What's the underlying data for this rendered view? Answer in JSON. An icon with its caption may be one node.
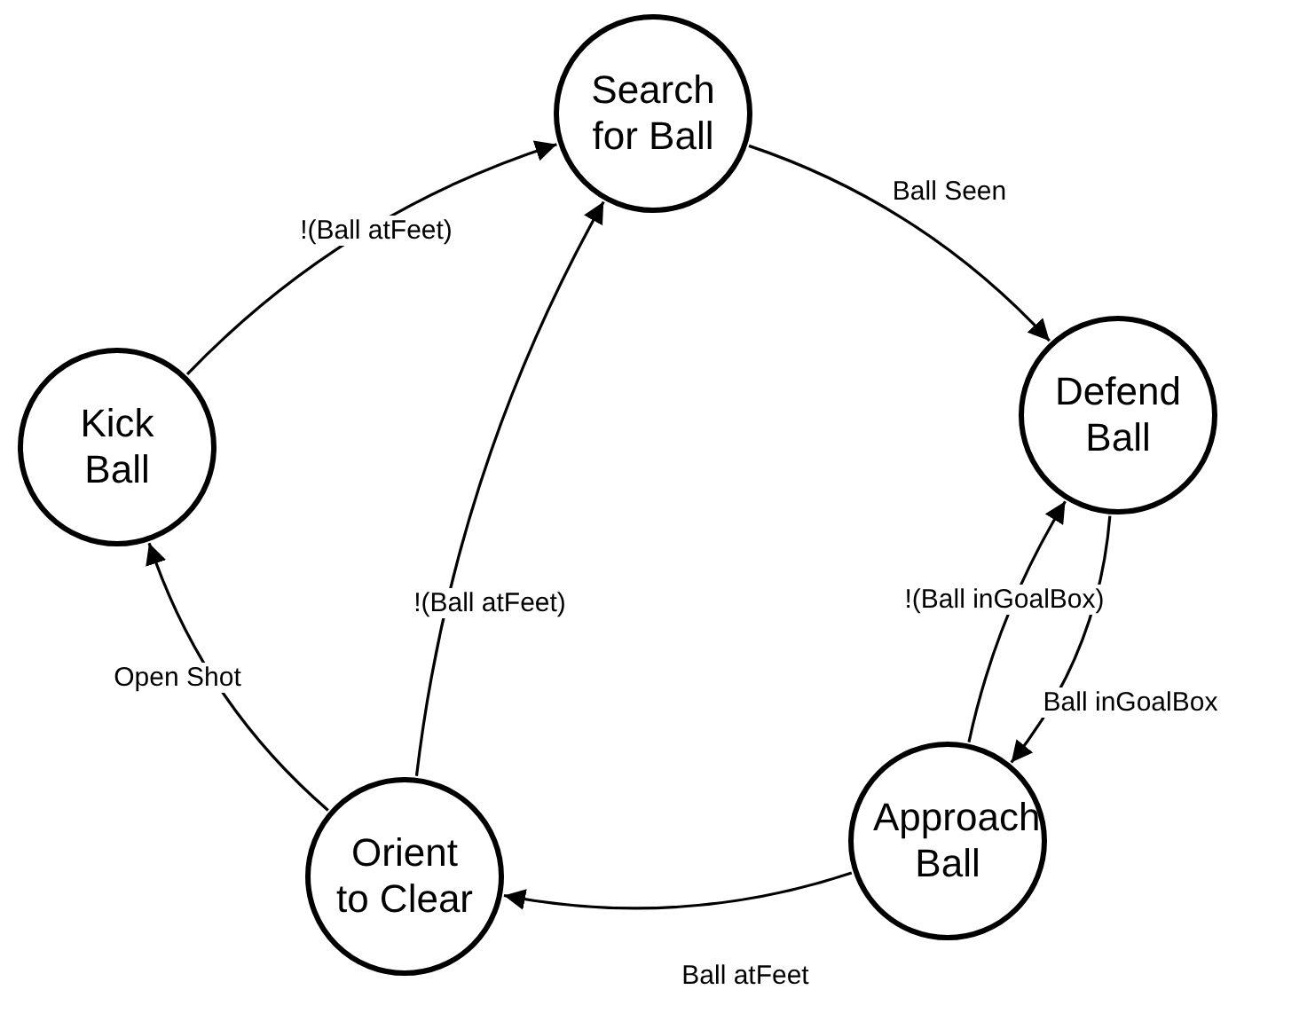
{
  "diagram": {
    "nodes": [
      {
        "text": [
          "Search for Ball"
        ]
      },
      {
        "text": [
          "Defend Ball"
        ]
      },
      {
        "text": [
          "Approach Ball"
        ]
      },
      {
        "text": [
          "Orient to Clear"
        ]
      },
      {
        "text": [
          "Kick Ball"
        ]
      }
    ],
    "edges": [
      {
        "from": 0,
        "to": 1,
        "arrow": "to",
        "label": "Ball Seen"
      },
      {
        "from": 1,
        "to": 2,
        "arrow": "to",
        "label": "Ball inGoalBox"
      },
      {
        "from": 2,
        "to": 1,
        "arrow": "to",
        "label": "!(Ball inGoalBox)"
      },
      {
        "from": 2,
        "to": 3,
        "arrow": "to",
        "label": "Ball atFeet"
      },
      {
        "from": 3,
        "to": 0,
        "arrow": "to",
        "label": "!(Ball atFeet)"
      },
      {
        "from": 3,
        "to": 4,
        "arrow": "to",
        "label": "Open Shot"
      },
      {
        "from": 4,
        "to": 0,
        "arrow": "to",
        "label": "!(Ball atFeet)"
      }
    ]
  }
}
